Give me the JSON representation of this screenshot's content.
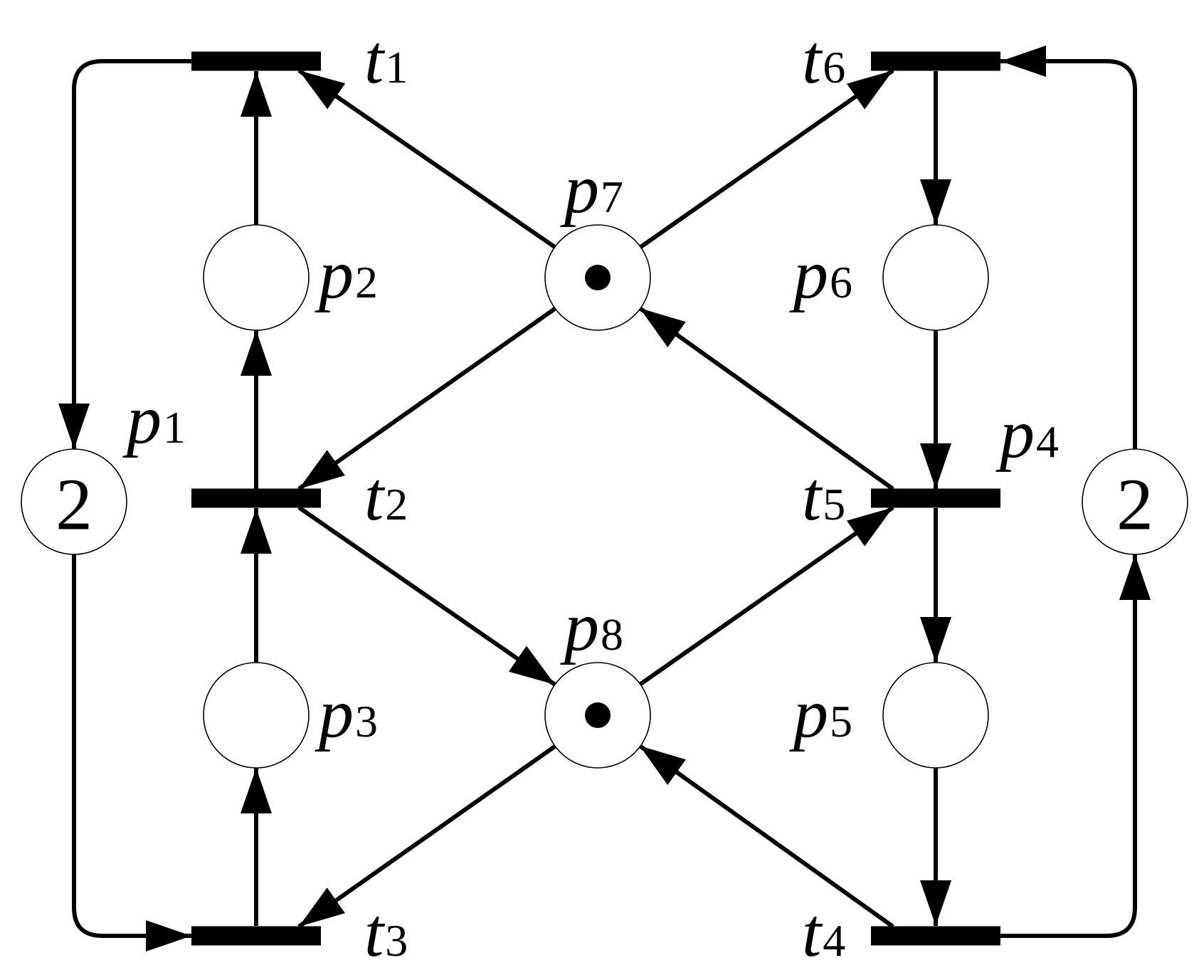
{
  "places": [
    {
      "id": "p1",
      "main": "p",
      "sub": "1",
      "tokens": "2"
    },
    {
      "id": "p2",
      "main": "p",
      "sub": "2",
      "tokens": ""
    },
    {
      "id": "p3",
      "main": "p",
      "sub": "3",
      "tokens": ""
    },
    {
      "id": "p4",
      "main": "p",
      "sub": "4",
      "tokens": "2"
    },
    {
      "id": "p5",
      "main": "p",
      "sub": "5",
      "tokens": ""
    },
    {
      "id": "p6",
      "main": "p",
      "sub": "6",
      "tokens": ""
    },
    {
      "id": "p7",
      "main": "p",
      "sub": "7",
      "tokens": "dot"
    },
    {
      "id": "p8",
      "main": "p",
      "sub": "8",
      "tokens": "dot"
    }
  ],
  "transitions": [
    {
      "id": "t1",
      "main": "t",
      "sub": "1"
    },
    {
      "id": "t2",
      "main": "t",
      "sub": "2"
    },
    {
      "id": "t3",
      "main": "t",
      "sub": "3"
    },
    {
      "id": "t4",
      "main": "t",
      "sub": "4"
    },
    {
      "id": "t5",
      "main": "t",
      "sub": "5"
    },
    {
      "id": "t6",
      "main": "t",
      "sub": "6"
    }
  ],
  "arcs": [
    {
      "from": "t1",
      "to": "p1"
    },
    {
      "from": "p2",
      "to": "t1"
    },
    {
      "from": "p7",
      "to": "t1"
    },
    {
      "from": "t2",
      "to": "p2"
    },
    {
      "from": "p3",
      "to": "t2"
    },
    {
      "from": "p7",
      "to": "t2"
    },
    {
      "from": "t2",
      "to": "p8"
    },
    {
      "from": "p1",
      "to": "t3"
    },
    {
      "from": "t3",
      "to": "p3"
    },
    {
      "from": "p8",
      "to": "t3"
    },
    {
      "from": "t4",
      "to": "p4"
    },
    {
      "from": "p5",
      "to": "t4"
    },
    {
      "from": "t4",
      "to": "p8"
    },
    {
      "from": "t5",
      "to": "p5"
    },
    {
      "from": "p6",
      "to": "t5"
    },
    {
      "from": "p8",
      "to": "t5"
    },
    {
      "from": "t5",
      "to": "p7"
    },
    {
      "from": "p4",
      "to": "t6"
    },
    {
      "from": "t6",
      "to": "p6"
    },
    {
      "from": "p7",
      "to": "t6"
    }
  ],
  "colors": {
    "ink": "#000000",
    "paper": "#ffffff"
  }
}
